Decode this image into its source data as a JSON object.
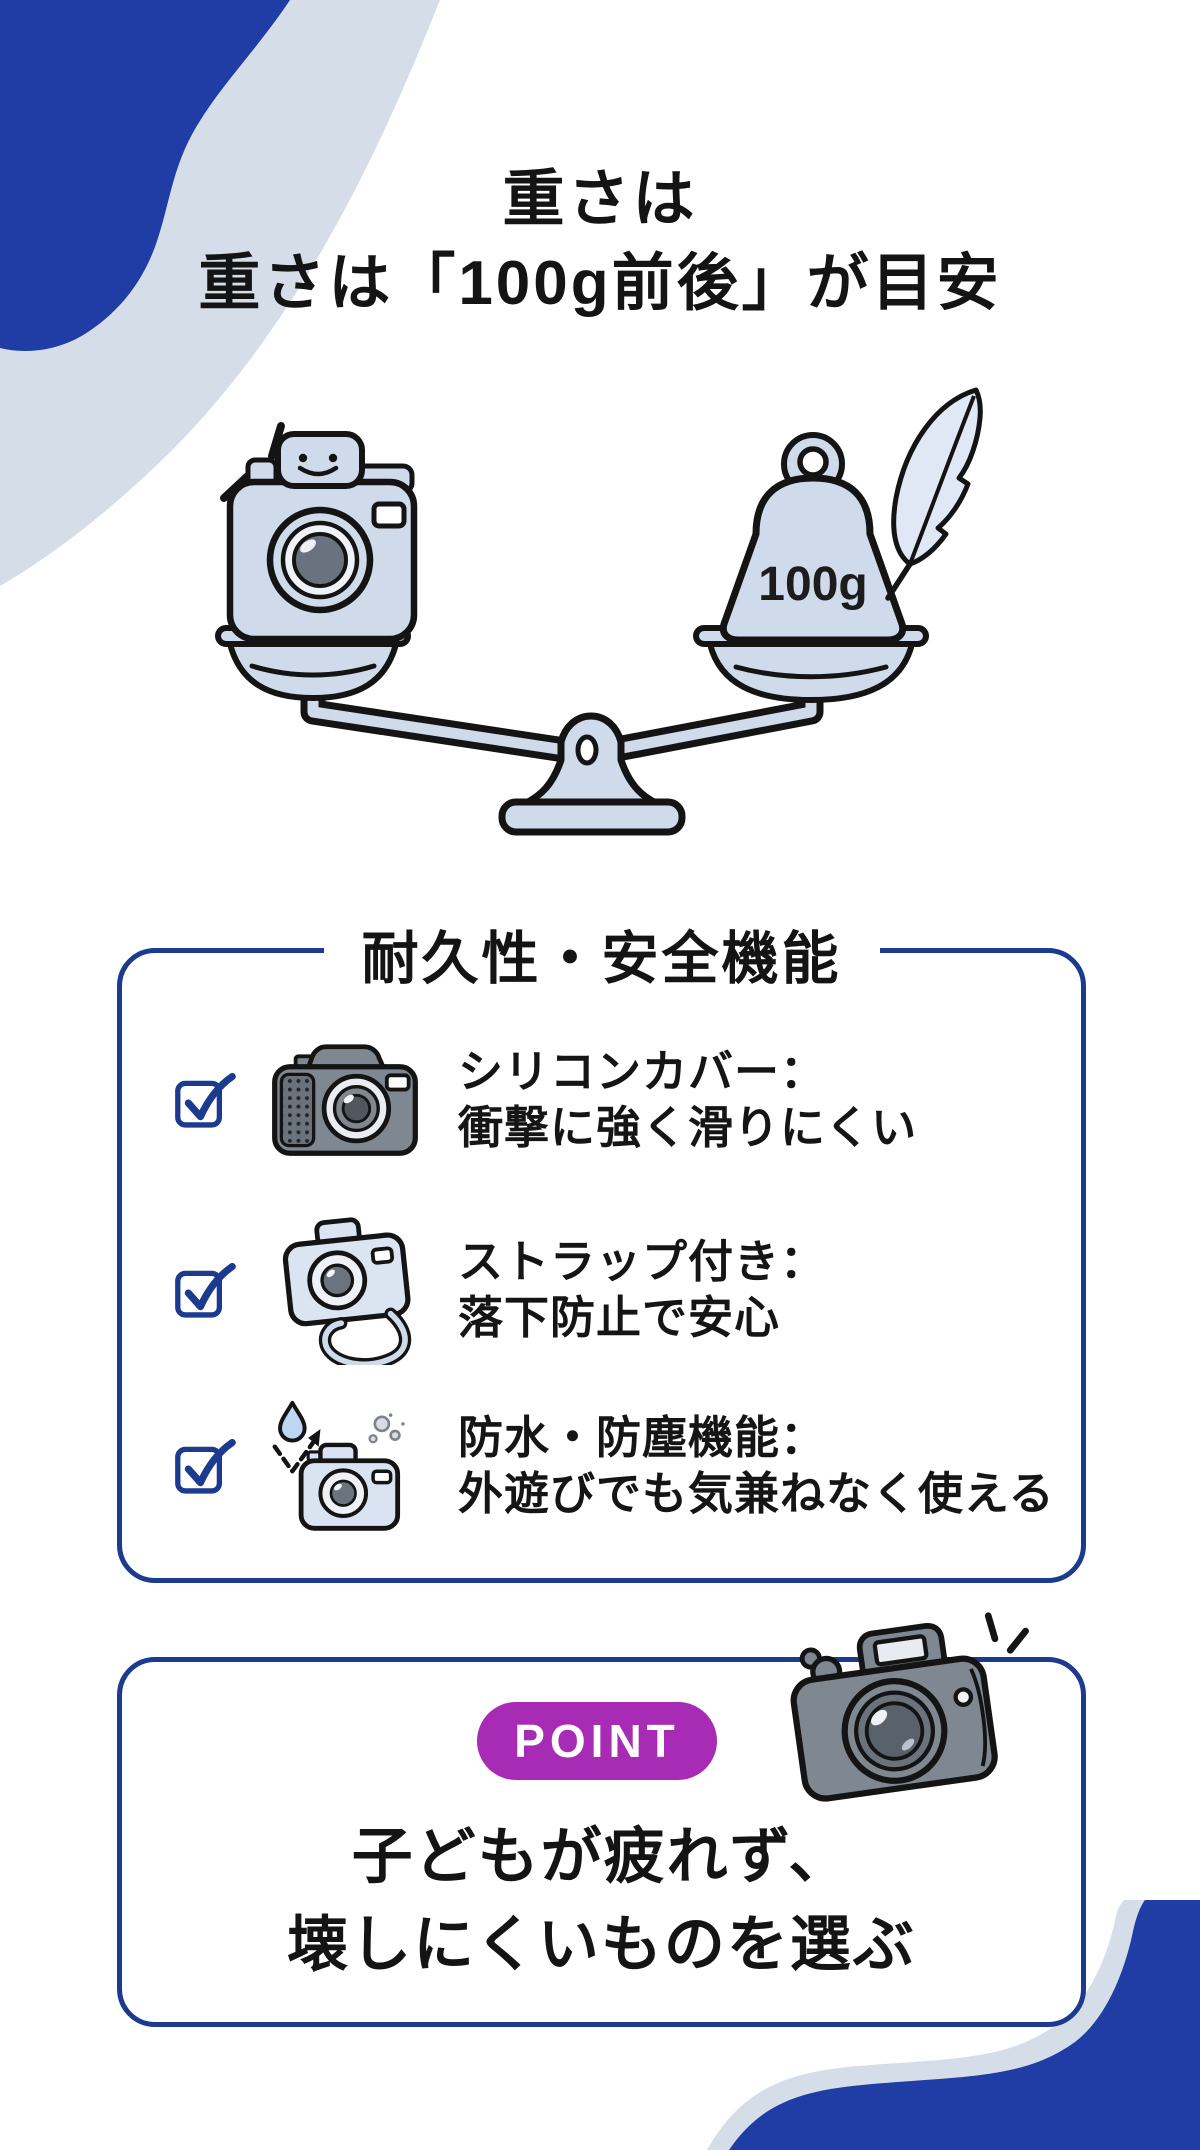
{
  "header": {
    "title_line1": "重さは",
    "title_line2": "重さは「100g前後」が目安"
  },
  "scale_illustration": {
    "weight_label": "100g",
    "icons": [
      "smiling-camera-icon",
      "balance-scale-icon",
      "weight-icon",
      "feather-icon",
      "sparkle-icon"
    ]
  },
  "features_box": {
    "title": "耐久性・安全機能",
    "items": [
      {
        "checked": true,
        "icon": "silicone-cover-camera-icon",
        "label": "シリコンカバー：",
        "description": "衝撃に強く滑りにくい"
      },
      {
        "checked": true,
        "icon": "strap-camera-icon",
        "label": "ストラップ付き：",
        "description": "落下防止で安心"
      },
      {
        "checked": true,
        "icon": "waterproof-camera-icon",
        "label": "防水・防塵機能：",
        "description": "外遊びでも気兼ねなく使える"
      }
    ]
  },
  "point_box": {
    "badge_label": "POINT",
    "text_line1": "子どもが疲れず、",
    "text_line2": "壊しにくいものを選ぶ",
    "icon": "dslr-camera-icon"
  },
  "colors": {
    "navy_shape": "#1f3da4",
    "navy_border": "#1c3a8e",
    "light_blue": "#d5dde9",
    "illustration_blue": "#cfdaeb",
    "purple_badge": "#a82bb5",
    "camera_gray": "#7f8790",
    "text": "#141414"
  }
}
